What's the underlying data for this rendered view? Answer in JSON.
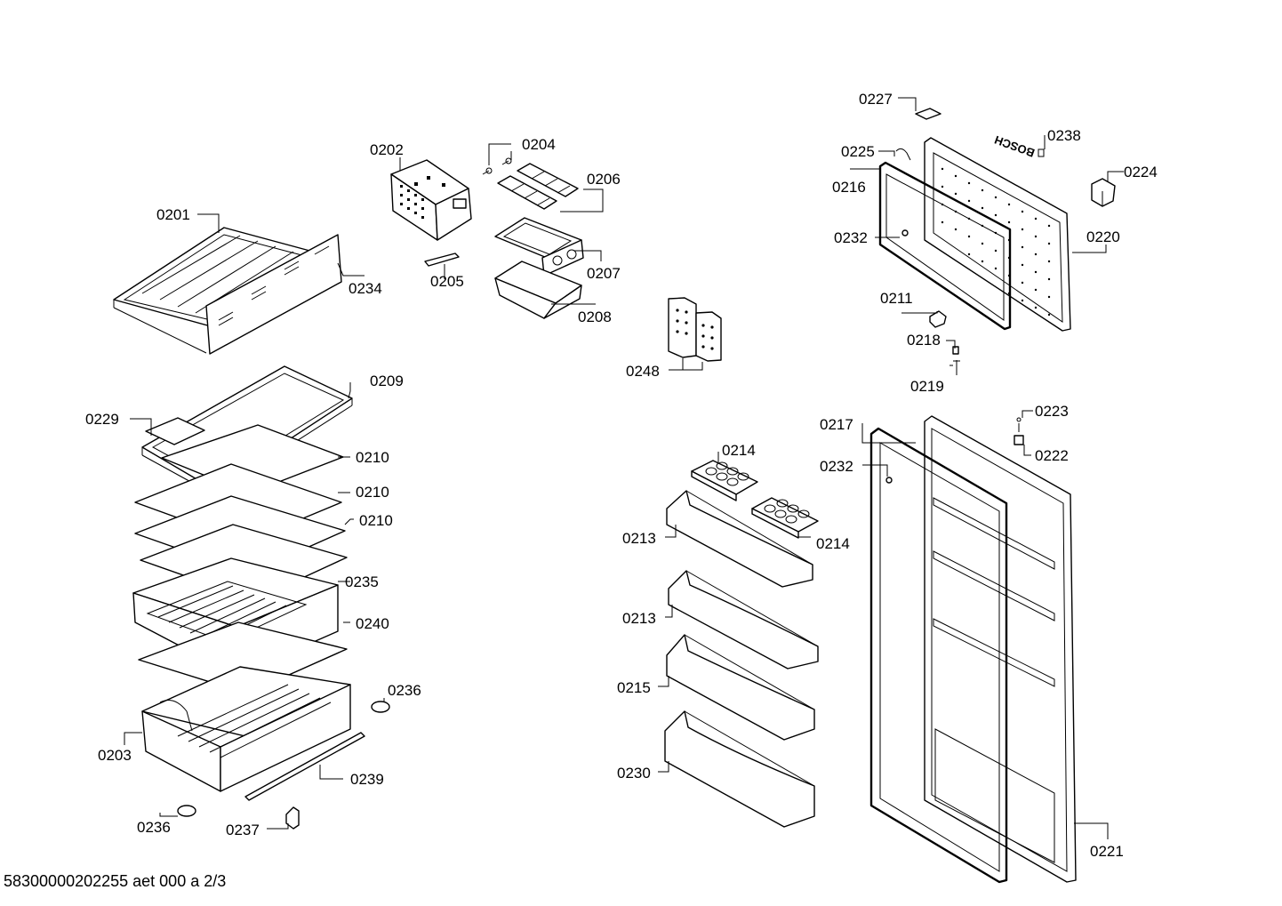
{
  "labels": {
    "p0201": "0201",
    "p0234": "0234",
    "p0202": "0202",
    "p0204": "0204",
    "p0206": "0206",
    "p0205": "0205",
    "p0207": "0207",
    "p0208": "0208",
    "p0248": "0248",
    "p0227": "0227",
    "p0238": "0238",
    "p0225": "0225",
    "p0216": "0216",
    "p0224": "0224",
    "p0232a": "0232",
    "p0220": "0220",
    "p0211": "0211",
    "p0218": "0218",
    "p0219": "0219",
    "p0229": "0229",
    "p0209": "0209",
    "p0210a": "0210",
    "p0210b": "0210",
    "p0210c": "0210",
    "p0235": "0235",
    "p0240": "0240",
    "p0236a": "0236",
    "p0203": "0203",
    "p0239": "0239",
    "p0236b": "0236",
    "p0237": "0237",
    "p0214a": "0214",
    "p0214b": "0214",
    "p0213a": "0213",
    "p0213b": "0213",
    "p0215": "0215",
    "p0230": "0230",
    "p0217": "0217",
    "p0232b": "0232",
    "p0223": "0223",
    "p0222": "0222",
    "p0221": "0221"
  },
  "logo_text": "BOSCH",
  "footer": "58300000202255 aet 000 a 2/3"
}
